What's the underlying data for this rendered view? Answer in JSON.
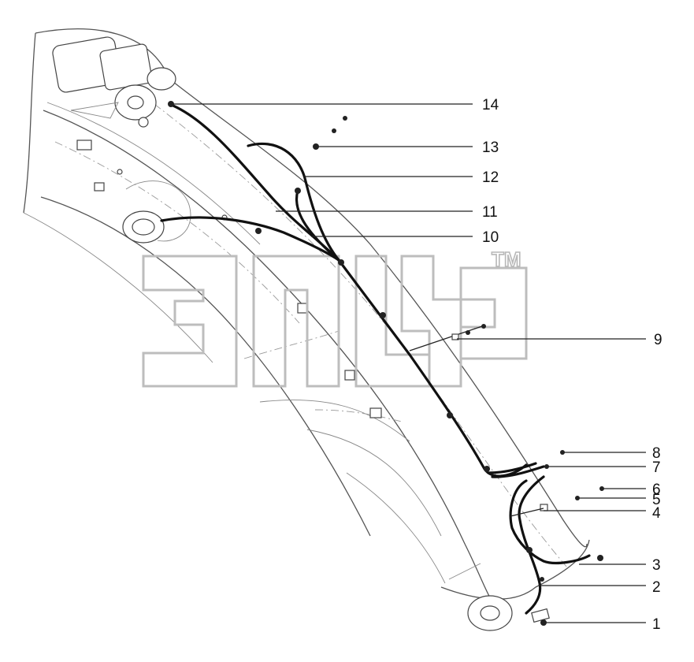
{
  "watermark": {
    "trademark": "TM"
  },
  "callouts": [
    {
      "id": "14",
      "label": "14"
    },
    {
      "id": "13",
      "label": "13"
    },
    {
      "id": "12",
      "label": "12"
    },
    {
      "id": "11",
      "label": "11"
    },
    {
      "id": "10",
      "label": "10"
    },
    {
      "id": "9",
      "label": "9"
    },
    {
      "id": "8",
      "label": "8"
    },
    {
      "id": "7",
      "label": "7"
    },
    {
      "id": "6",
      "label": "6"
    },
    {
      "id": "5",
      "label": "5"
    },
    {
      "id": "4",
      "label": "4"
    },
    {
      "id": "3",
      "label": "3"
    },
    {
      "id": "2",
      "label": "2"
    },
    {
      "id": "1",
      "label": "1"
    }
  ]
}
